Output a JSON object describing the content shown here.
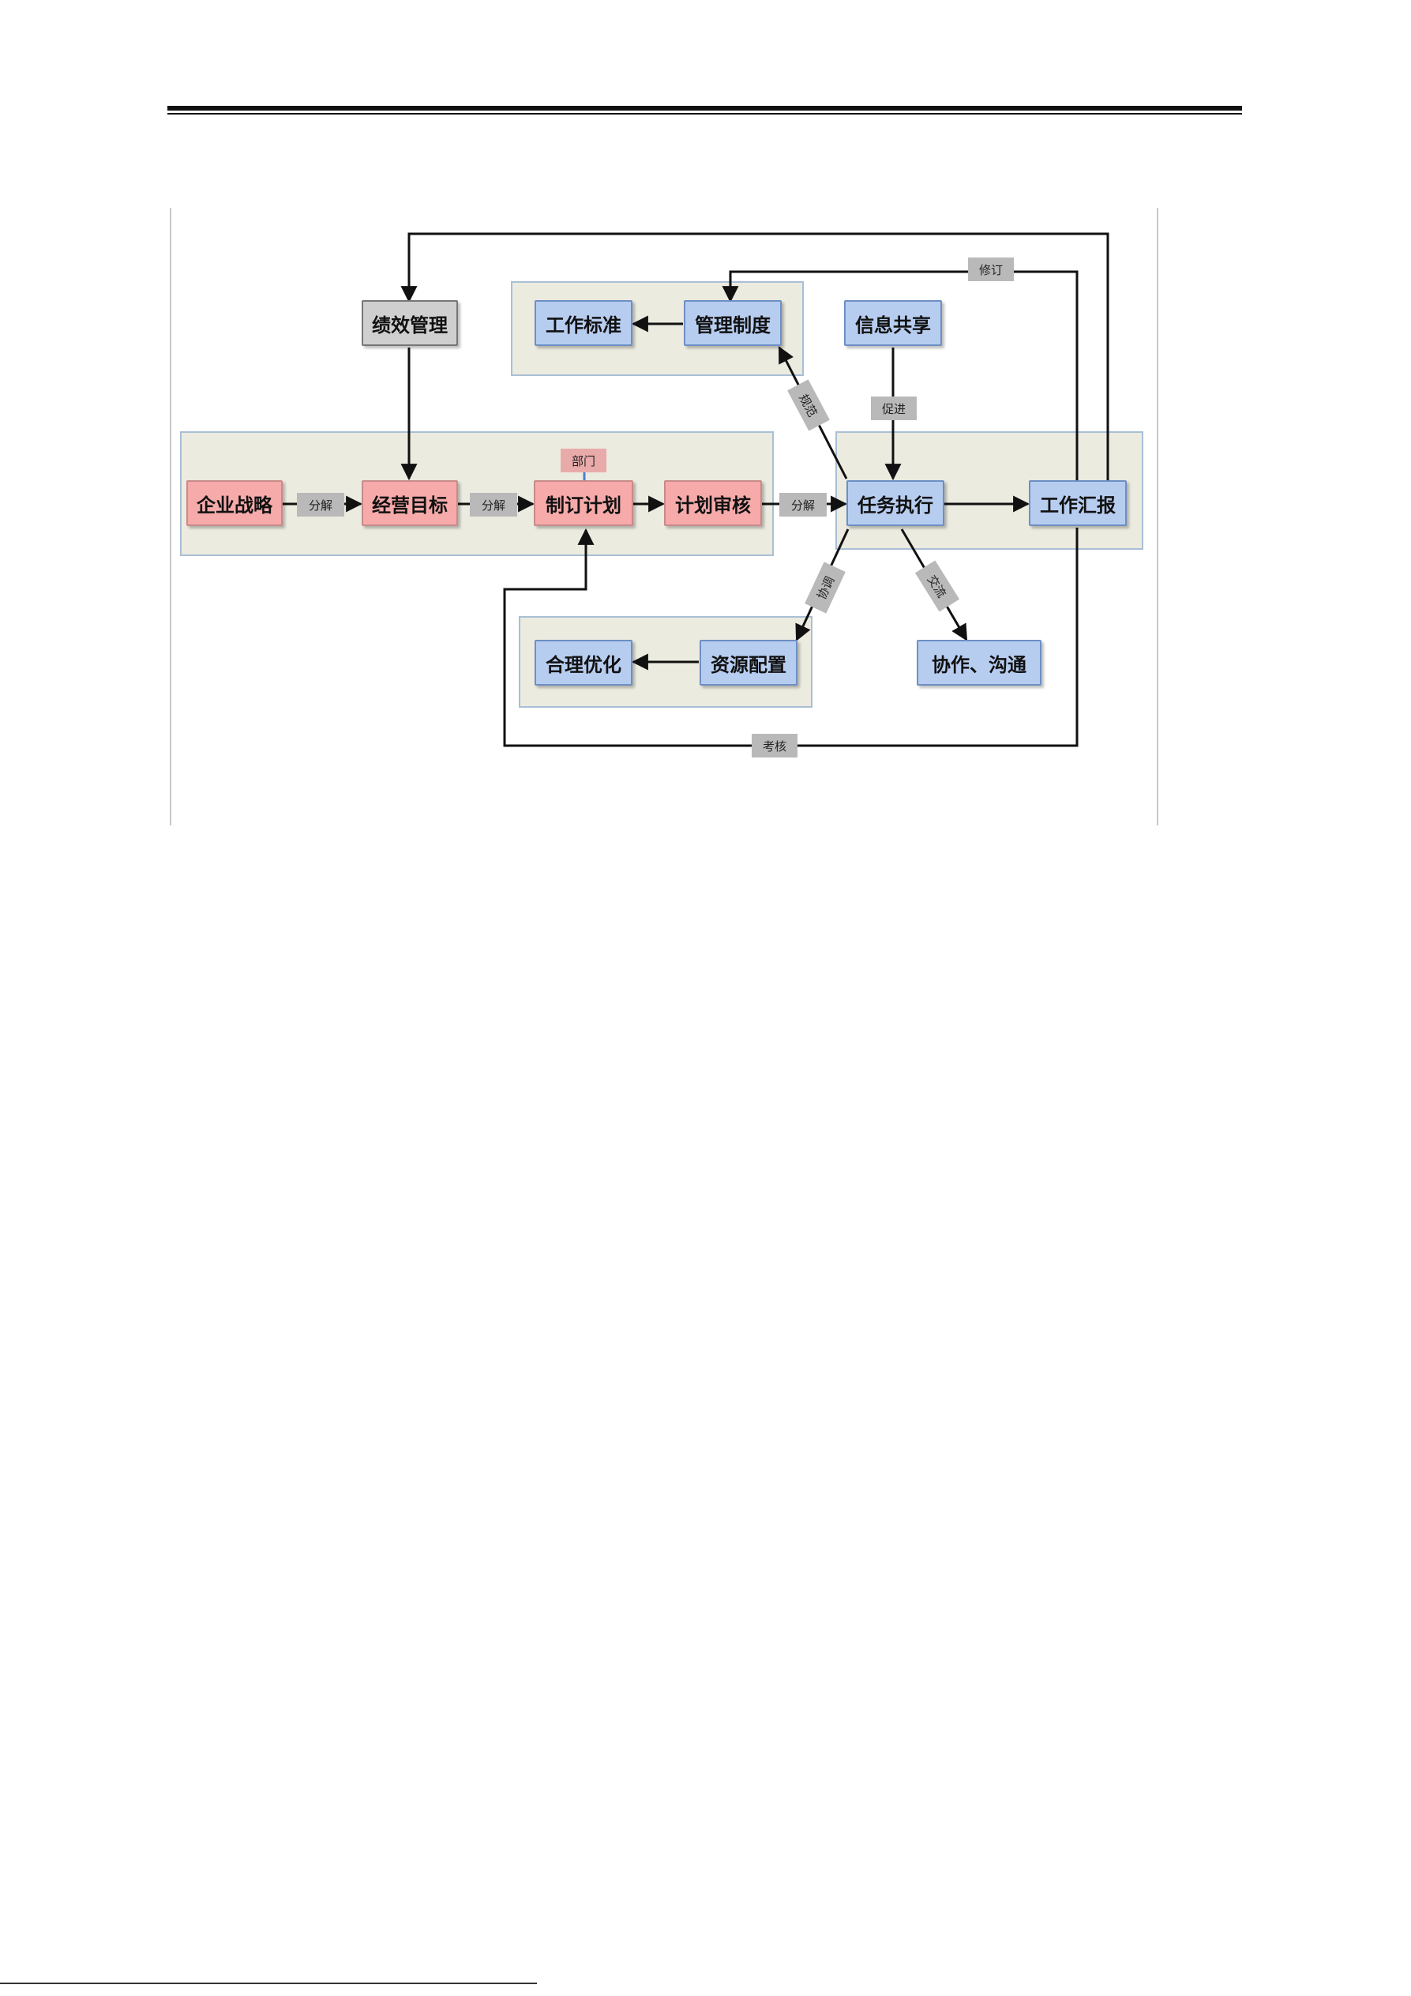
{
  "diagram": {
    "nodes": {
      "performance": "绩效管理",
      "work_standard": "工作标准",
      "mgmt_system": "管理制度",
      "info_share": "信息共享",
      "strategy": "企业战略",
      "biz_goal": "经营目标",
      "make_plan": "制订计划",
      "plan_review": "计划审核",
      "task_exec": "任务执行",
      "work_report": "工作汇报",
      "optimize": "合理优化",
      "resource": "资源配置",
      "collab": "协作、沟通"
    },
    "edge_labels": {
      "revise": "修订",
      "standardize": "规范",
      "promote": "促进",
      "dept": "部门",
      "decompose_1": "分解",
      "decompose_2": "分解",
      "decompose_3": "分解",
      "coordinate": "协调",
      "deliver": "交流",
      "assess": "考核"
    },
    "colors": {
      "red_node": "#f6aaaa",
      "blue_node": "#b7cdf0",
      "gray_node": "#cfcfcf",
      "panel": "#ecebe0",
      "tag": "#b9b9b9"
    }
  }
}
